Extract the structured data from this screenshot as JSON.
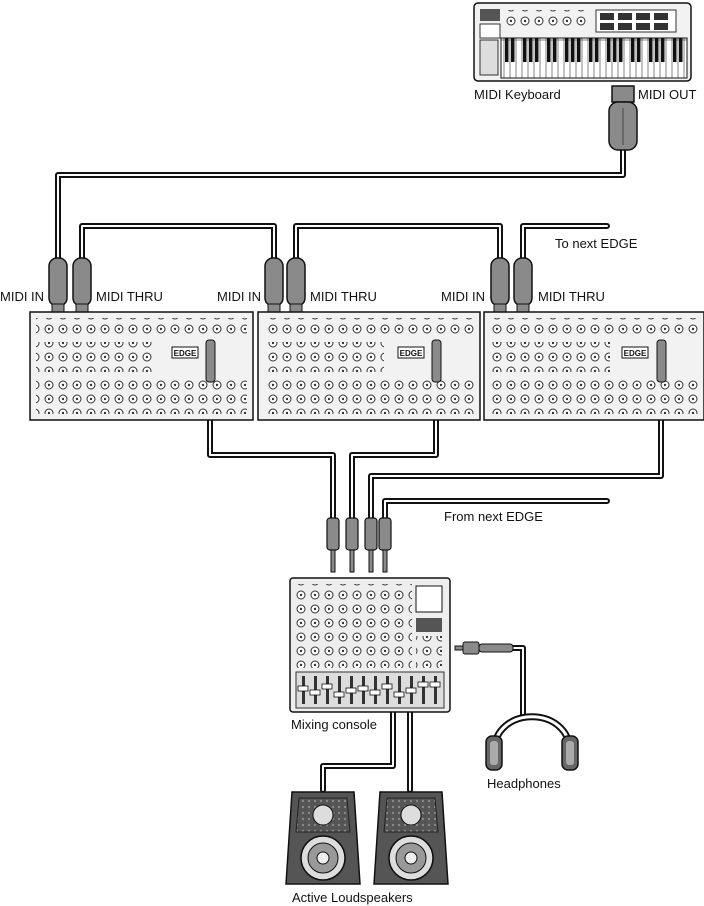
{
  "labels": {
    "midi_keyboard": "MIDI Keyboard",
    "midi_out": "MIDI OUT",
    "to_next_edge": "To next EDGE",
    "from_next_edge": "From next EDGE",
    "midi_in": "MIDI IN",
    "midi_thru": "MIDI THRU",
    "mixing_console": "Mixing console",
    "headphones": "Headphones",
    "active_loudspeakers": "Active Loudspeakers"
  },
  "device_panel_text": "EDGE",
  "colors": {
    "line": "#111111",
    "cable_fill": "#8a8a8a",
    "device_fill": "#f2f2f2",
    "dark": "#333333"
  }
}
